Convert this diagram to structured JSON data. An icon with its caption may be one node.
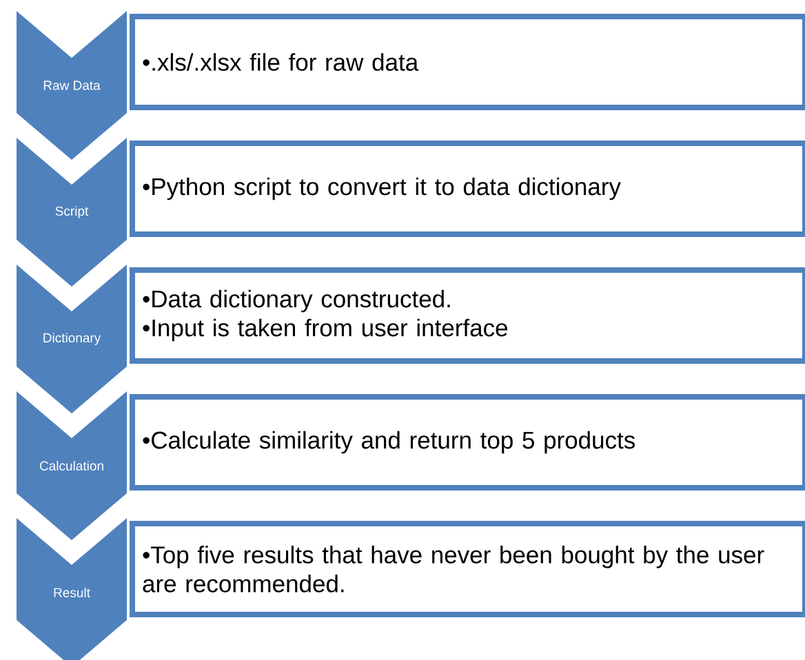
{
  "diagram": {
    "nodes": [
      {
        "text": [
          "Raw Data"
        ]
      },
      {
        "text": [
          "•.xls/.xlsx file for raw data"
        ]
      },
      {
        "text": [
          "Script"
        ]
      },
      {
        "text": [
          "•Python script to convert it to data dictionary"
        ]
      },
      {
        "text": [
          "Dictionary"
        ]
      },
      {
        "text": [
          "•Data dictionary constructed.",
          "•Input is taken from user interface"
        ]
      },
      {
        "text": [
          "Calculation"
        ]
      },
      {
        "text": [
          "•Calculate similarity and return top 5 products"
        ]
      },
      {
        "text": [
          "Result"
        ]
      },
      {
        "text": [
          "•Top five results that have never been bought by the user are recommended."
        ]
      }
    ]
  }
}
